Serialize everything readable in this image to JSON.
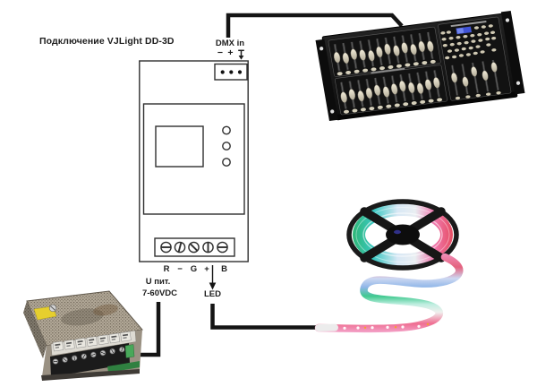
{
  "title": "Подключение VJLight DD-3D",
  "controller": {
    "dmx_in_label": "DMX in",
    "dmx_pin_minus": "−",
    "dmx_pin_plus": "+",
    "dmx_pin_ground_icon": "earth-ground-arrow",
    "output_terminals": {
      "r": "R",
      "minus": "−",
      "g": "G",
      "plus": "+",
      "b": "B"
    },
    "power_line1": "U пит.",
    "power_line2": "7-60VDC",
    "led_label": "LED"
  },
  "illustrations": {
    "dmx_console": "24-channel DMX console photo",
    "power_supply": "switching power supply photo",
    "led_strip": "RGB LED strip reel photo"
  },
  "colors": {
    "background": "#ffffff",
    "schematic_outline": "#2f2f2f",
    "wire": "#141414",
    "console_body": "#161616",
    "fader_cap": "#ddd6c2",
    "display_blue": "#4053d6",
    "psu_mesh": "#b7ad9c",
    "psu_sticker_yellow": "#e6cf2e",
    "strip_pink": "#ef6e92",
    "strip_green": "#3fc98f",
    "strip_blue": "#8fb6e8"
  }
}
